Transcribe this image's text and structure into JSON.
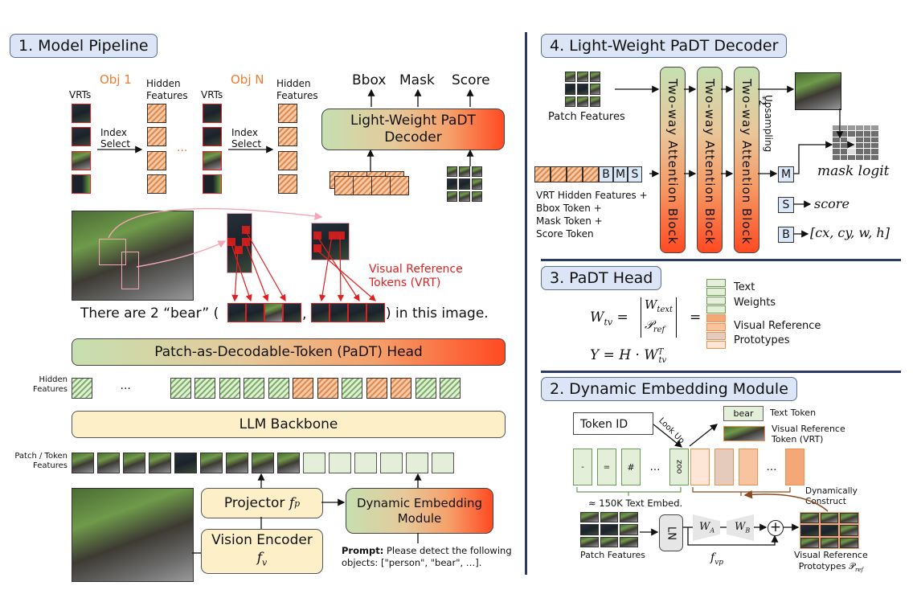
{
  "sections": {
    "pipeline": {
      "title": "1. Model Pipeline",
      "obj1_label": "Obj 1",
      "objN_label": "Obj N",
      "vrts_label": "VRTs",
      "hidden_features_label_1": "Hidden",
      "hidden_features_label_2": "Features",
      "index_select_1": "Index",
      "index_select_2": "Select",
      "ellipsis": "...",
      "outputs": [
        "Bbox",
        "Mask",
        "Score"
      ],
      "decoder_line1": "Light-Weight PaDT",
      "decoder_line2": "Decoder",
      "vrt_caption_1": "Visual Reference",
      "vrt_caption_2": "Tokens (VRT)",
      "sentence_prefix": "There are 2 “bear” (",
      "sentence_comma": ",",
      "sentence_suffix": ") in this image.",
      "padt_head": "Patch-as-Decodable-Token (PaDT) Head",
      "hidden_row_label_1": "Hidden",
      "hidden_row_label_2": "Features",
      "hidden_row_pattern": [
        "g",
        "gap",
        "g",
        "g",
        "g",
        "g",
        "g",
        "o",
        "o",
        "g",
        "o",
        "o",
        "g",
        "g"
      ],
      "llm_backbone": "LLM Backbone",
      "patch_row_label_1": "Patch / Token",
      "patch_row_label_2": "Features",
      "projector": "Projector",
      "projector_sub": "f",
      "projector_subscript": "p",
      "vision_encoder": "Vision Encoder",
      "vision_sub": "f",
      "vision_subscript": "v",
      "dem_line1": "Dynamic Embedding",
      "dem_line2": "Module",
      "prompt_bold": "Prompt:",
      "prompt_text": " Please detect the following objects: [\"person\", \"bear\", …]."
    },
    "decoder": {
      "title": "4. Light-Weight PaDT Decoder",
      "patch_features": "Patch Features",
      "attention_block": "Two-way Attention Block",
      "upsampling": "Upsampling",
      "upsampling_factor": "*2",
      "tokens": [
        "B",
        "M",
        "S"
      ],
      "input_desc": [
        "VRT Hidden Features +",
        "Bbox Token +",
        "Mask Token +",
        "Score Token"
      ],
      "mask_logit": "mask logit",
      "score": "score",
      "bbox_out": "[cx, cy, w, h]",
      "m": "M",
      "s": "S",
      "b": "B"
    },
    "head": {
      "title": "3. PaDT Head",
      "eq1_lhs": "W",
      "eq1_lhs_sub": "tv",
      "eq1_top": "W",
      "eq1_top_sub": "text",
      "eq1_bot": "𝒫",
      "eq1_bot_sub": "ref",
      "eq2": "Y = H · W",
      "eq2_sup": "T",
      "eq2_sub": "tv",
      "legend_text_1": "Text",
      "legend_text_2": "Weights",
      "legend_vis_1": "Visual Reference",
      "legend_vis_2": "Prototypes"
    },
    "dem": {
      "title": "2. Dynamic Embedding Module",
      "token_id": "Token ID",
      "look_up": "Look Up",
      "bear": "bear",
      "text_token": "Text Token",
      "vrt_1": "Visual Reference",
      "vrt_2": "Token (VRT)",
      "text_embeds": [
        "-",
        "=",
        "#",
        "…",
        "zoo"
      ],
      "text_embed_caption": "≈ 150K Text Embed.",
      "dyn_1": "Dynamically",
      "dyn_2": "Construct",
      "patch_features": "Patch Features",
      "ln": "LN",
      "wa": "W",
      "wa_sub": "A",
      "wb": "W",
      "wb_sub": "B",
      "fvp": "f",
      "fvp_sub": "vp",
      "proto_1": "Visual Reference",
      "proto_2": "Prototypes 𝒫",
      "proto_sub": "ref",
      "ellipsis": "…"
    }
  },
  "colors": {
    "title_bg": "#dbe5f5",
    "orange_text": "#f07a30",
    "vrt_red": "#e02020",
    "divider": "#2a3b66"
  }
}
